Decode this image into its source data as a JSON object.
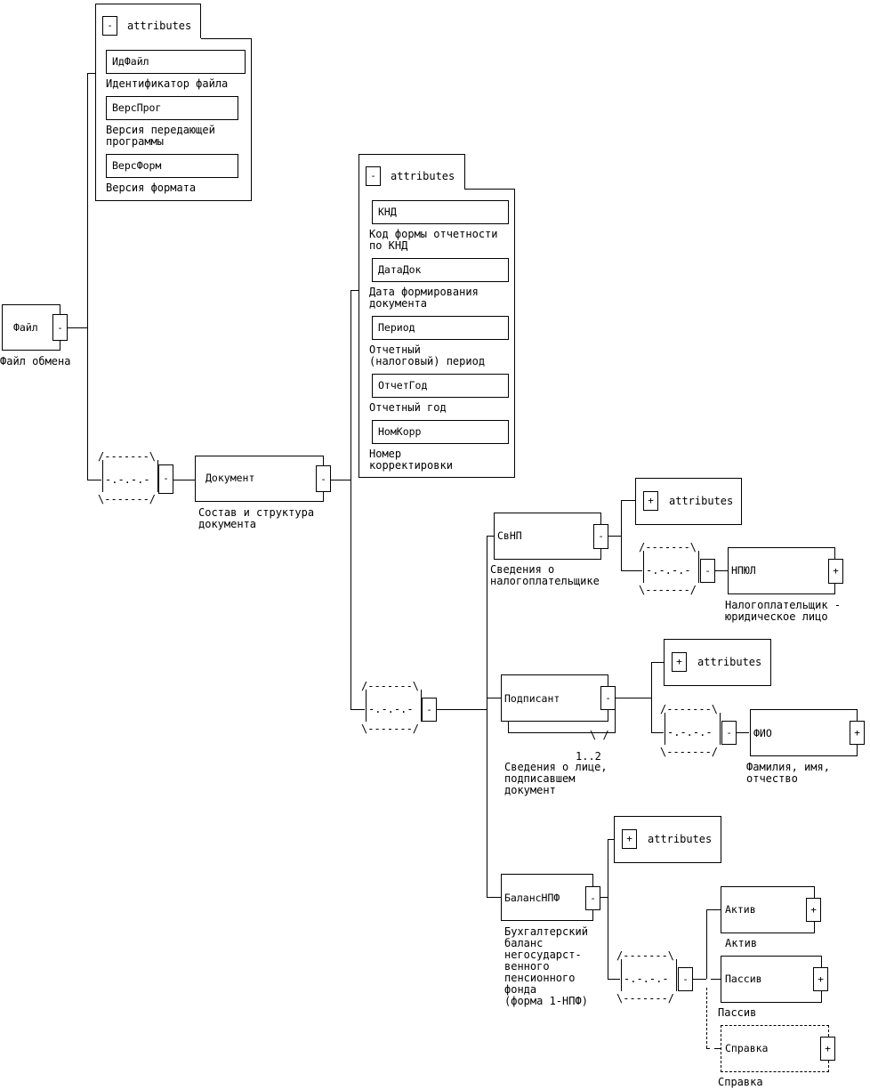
{
  "diagram": {
    "root": {
      "name": "Файл",
      "description": "Файл обмена",
      "toggle": "-"
    },
    "root_attributes": {
      "toggle": "-",
      "label": "attributes",
      "items": [
        {
          "name": "ИдФайл",
          "description": "Идентификатор файла"
        },
        {
          "name": "ВерсПрог",
          "description": "Версия передающей\nпрограммы"
        },
        {
          "name": "ВерсФорм",
          "description": "Версия формата"
        }
      ]
    },
    "sequence_symbol": {
      "top": "/-------\\",
      "middle": "-.-.-.-",
      "bottom": "\\-------/",
      "toggle": "-"
    },
    "document": {
      "name": "Документ",
      "description": "Состав и структура\nдокумента",
      "toggle": "-"
    },
    "document_attributes": {
      "toggle": "-",
      "label": "attributes",
      "items": [
        {
          "name": "КНД",
          "description": "Код формы отчетности\nпо КНД"
        },
        {
          "name": "ДатаДок",
          "description": "Дата формирования\nдокумента"
        },
        {
          "name": "Период",
          "description": "Отчетный\n(налоговый) период"
        },
        {
          "name": "ОтчетГод",
          "description": "Отчетный год"
        },
        {
          "name": "НомКорр",
          "description": "Номер\nкорректировки"
        }
      ]
    },
    "svnp": {
      "name": "СвНП",
      "description": "Сведения о\nналогоплательщике",
      "toggle": "-",
      "attributes": {
        "toggle": "+",
        "label": "attributes"
      },
      "child": {
        "name": "НПЮЛ",
        "description": "Налогоплательщик -\nюридическое лицо",
        "toggle": "+"
      }
    },
    "podpisant": {
      "name": "Подписант",
      "description": "Сведения о лице,\nподписавшем\nдокумент",
      "occurrence": "1..2",
      "toggle": "-",
      "attributes": {
        "toggle": "+",
        "label": "attributes"
      },
      "child": {
        "name": "ФИО",
        "description": "Фамилия, имя,\nотчество",
        "toggle": "+"
      }
    },
    "balans": {
      "name": "БалансНПФ",
      "description": "Бухгалтерский\nбаланс\nнегосударст-\nвенного\nпенсионного\nфонда\n(форма 1-НПФ)",
      "toggle": "-",
      "attributes": {
        "toggle": "+",
        "label": "attributes"
      },
      "children": [
        {
          "name": "Актив",
          "description": "Актив",
          "toggle": "+",
          "optional": false
        },
        {
          "name": "Пассив",
          "description": "Пассив",
          "toggle": "+",
          "optional": false
        },
        {
          "name": "Справка",
          "description": "Справка",
          "toggle": "+",
          "optional": true
        }
      ]
    }
  }
}
